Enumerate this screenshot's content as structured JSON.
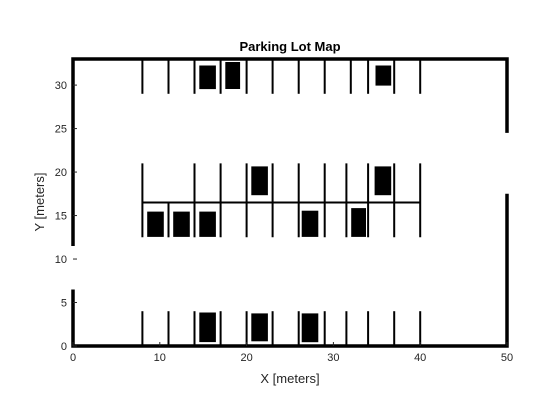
{
  "chart_data": {
    "type": "map",
    "title": "Parking Lot Map",
    "xlabel": "X [meters]",
    "ylabel": "Y [meters]",
    "xlim": [
      0,
      50
    ],
    "ylim": [
      0,
      33
    ],
    "xticks": [
      "0",
      "10",
      "20",
      "30",
      "40",
      "50"
    ],
    "yticks": [
      "0",
      "5",
      "10",
      "15",
      "20",
      "25",
      "30"
    ],
    "grid": false,
    "colors": {
      "boundary": "#000000",
      "lines": "#000000",
      "cars": "#000000",
      "background": "#ffffff"
    },
    "boundary": [
      [
        [
          0,
          6.5
        ],
        [
          0,
          0
        ],
        [
          50,
          0
        ],
        [
          50,
          17.5
        ]
      ],
      [
        [
          50,
          24.5
        ],
        [
          50,
          33
        ],
        [
          0,
          33
        ],
        [
          0,
          11.5
        ]
      ]
    ],
    "lines": [
      [
        [
          8,
          29
        ],
        [
          8,
          33
        ]
      ],
      [
        [
          11,
          29
        ],
        [
          11,
          33
        ]
      ],
      [
        [
          14,
          29
        ],
        [
          14,
          33
        ]
      ],
      [
        [
          17,
          29
        ],
        [
          17,
          33
        ]
      ],
      [
        [
          20,
          29
        ],
        [
          20,
          33
        ]
      ],
      [
        [
          23,
          29
        ],
        [
          23,
          33
        ]
      ],
      [
        [
          26,
          29
        ],
        [
          26,
          33
        ]
      ],
      [
        [
          29,
          29
        ],
        [
          29,
          33
        ]
      ],
      [
        [
          32,
          29
        ],
        [
          32,
          33
        ]
      ],
      [
        [
          34,
          29
        ],
        [
          34,
          33
        ]
      ],
      [
        [
          37,
          29
        ],
        [
          37,
          33
        ]
      ],
      [
        [
          40,
          29
        ],
        [
          40,
          33
        ]
      ],
      [
        [
          8,
          12.5
        ],
        [
          8,
          21
        ]
      ],
      [
        [
          11,
          12.5
        ],
        [
          11,
          16.5
        ]
      ],
      [
        [
          14,
          12.5
        ],
        [
          14,
          21
        ]
      ],
      [
        [
          17,
          12.5
        ],
        [
          17,
          21
        ]
      ],
      [
        [
          20,
          12.5
        ],
        [
          20,
          21
        ]
      ],
      [
        [
          23,
          12.5
        ],
        [
          23,
          21
        ]
      ],
      [
        [
          26,
          12.5
        ],
        [
          26,
          21
        ]
      ],
      [
        [
          29,
          12.5
        ],
        [
          29,
          21
        ]
      ],
      [
        [
          31.5,
          12.5
        ],
        [
          31.5,
          21
        ]
      ],
      [
        [
          34,
          12.5
        ],
        [
          34,
          21
        ]
      ],
      [
        [
          37,
          12.5
        ],
        [
          37,
          21
        ]
      ],
      [
        [
          40,
          12.5
        ],
        [
          40,
          21
        ]
      ],
      [
        [
          8,
          16.5
        ],
        [
          40,
          16.5
        ]
      ],
      [
        [
          8,
          0
        ],
        [
          8,
          4
        ]
      ],
      [
        [
          11,
          0
        ],
        [
          11,
          4
        ]
      ],
      [
        [
          14,
          0
        ],
        [
          14,
          4
        ]
      ],
      [
        [
          17,
          0
        ],
        [
          17,
          4
        ]
      ],
      [
        [
          20,
          0
        ],
        [
          20,
          4
        ]
      ],
      [
        [
          23,
          0
        ],
        [
          23,
          4
        ]
      ],
      [
        [
          26,
          0
        ],
        [
          26,
          4
        ]
      ],
      [
        [
          29,
          0
        ],
        [
          29,
          4
        ]
      ],
      [
        [
          31.5,
          0
        ],
        [
          31.5,
          4
        ]
      ],
      [
        [
          34,
          0
        ],
        [
          34,
          4
        ]
      ],
      [
        [
          37,
          0
        ],
        [
          37,
          4
        ]
      ],
      [
        [
          40,
          0
        ],
        [
          40,
          4
        ]
      ]
    ],
    "cars": [
      {
        "x0": 14.5,
        "y0": 29.5,
        "x1": 16.5,
        "y1": 32.3
      },
      {
        "x0": 17.5,
        "y0": 29.5,
        "x1": 19.3,
        "y1": 32.7
      },
      {
        "x0": 34.8,
        "y0": 29.9,
        "x1": 36.7,
        "y1": 32.3
      },
      {
        "x0": 20.5,
        "y0": 17.3,
        "x1": 22.5,
        "y1": 20.7
      },
      {
        "x0": 34.7,
        "y0": 17.3,
        "x1": 36.7,
        "y1": 20.7
      },
      {
        "x0": 8.5,
        "y0": 12.5,
        "x1": 10.5,
        "y1": 15.5
      },
      {
        "x0": 11.5,
        "y0": 12.5,
        "x1": 13.5,
        "y1": 15.5
      },
      {
        "x0": 14.5,
        "y0": 12.5,
        "x1": 16.5,
        "y1": 15.5
      },
      {
        "x0": 26.3,
        "y0": 12.5,
        "x1": 28.3,
        "y1": 15.6
      },
      {
        "x0": 32.0,
        "y0": 12.5,
        "x1": 33.8,
        "y1": 15.9
      },
      {
        "x0": 14.5,
        "y0": 0.4,
        "x1": 16.5,
        "y1": 3.9
      },
      {
        "x0": 20.5,
        "y0": 0.5,
        "x1": 22.5,
        "y1": 3.8
      },
      {
        "x0": 26.3,
        "y0": 0.4,
        "x1": 28.3,
        "y1": 3.8
      }
    ]
  }
}
